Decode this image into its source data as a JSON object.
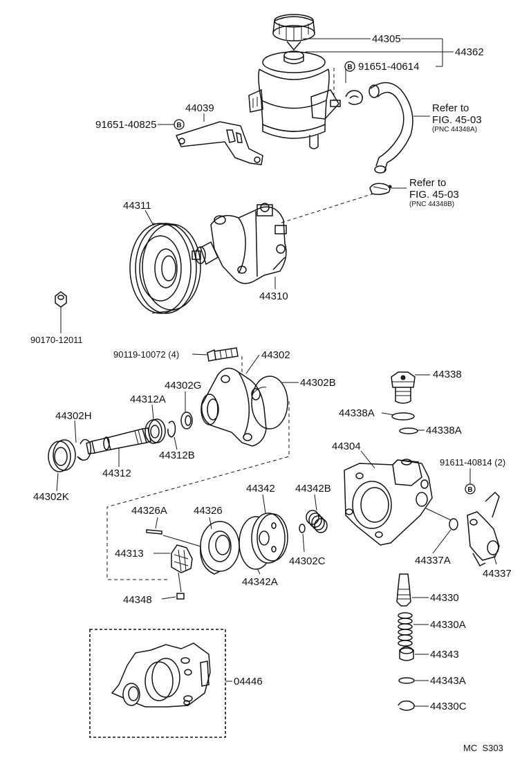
{
  "labels": {
    "p44305": "44305",
    "p44362": "44362",
    "p91651_40614": "91651-40614",
    "p44039": "44039",
    "p91651_40825": "91651-40825",
    "ref1_line1": "Refer to",
    "ref1_line2": "FIG. 45-03",
    "ref1_line3": "(PNC 44348A)",
    "ref2_line1": "Refer to",
    "ref2_line2": "FIG. 45-03",
    "ref2_line3": "(PNC 44348B)",
    "p44311": "44311",
    "p44310": "44310",
    "p90170_12011": "90170-12011",
    "p90119_10072": "90119-10072 (4)",
    "p44302": "44302",
    "p44302G": "44302G",
    "p44302B": "44302B",
    "p44312A": "44312A",
    "p44302H": "44302H",
    "p44312B": "44312B",
    "p44312": "44312",
    "p44302K": "44302K",
    "p44338": "44338",
    "p44338A_1": "44338A",
    "p44338A_2": "44338A",
    "p44304": "44304",
    "p91611_40814": "91611-40814 (2)",
    "p44326A": "44326A",
    "p44326": "44326",
    "p44342": "44342",
    "p44342B": "44342B",
    "p44313": "44313",
    "p44302C": "44302C",
    "p44342A": "44342A",
    "p44337A": "44337A",
    "p44337": "44337",
    "p44348": "44348",
    "p44330": "44330",
    "p44330A": "44330A",
    "p44343": "44343",
    "p04446": "04446",
    "p44343A": "44343A",
    "p44330C": "44330C",
    "footer": "MC  S303"
  },
  "badges": {
    "b1": "B",
    "b2": "B",
    "b3": "B"
  }
}
